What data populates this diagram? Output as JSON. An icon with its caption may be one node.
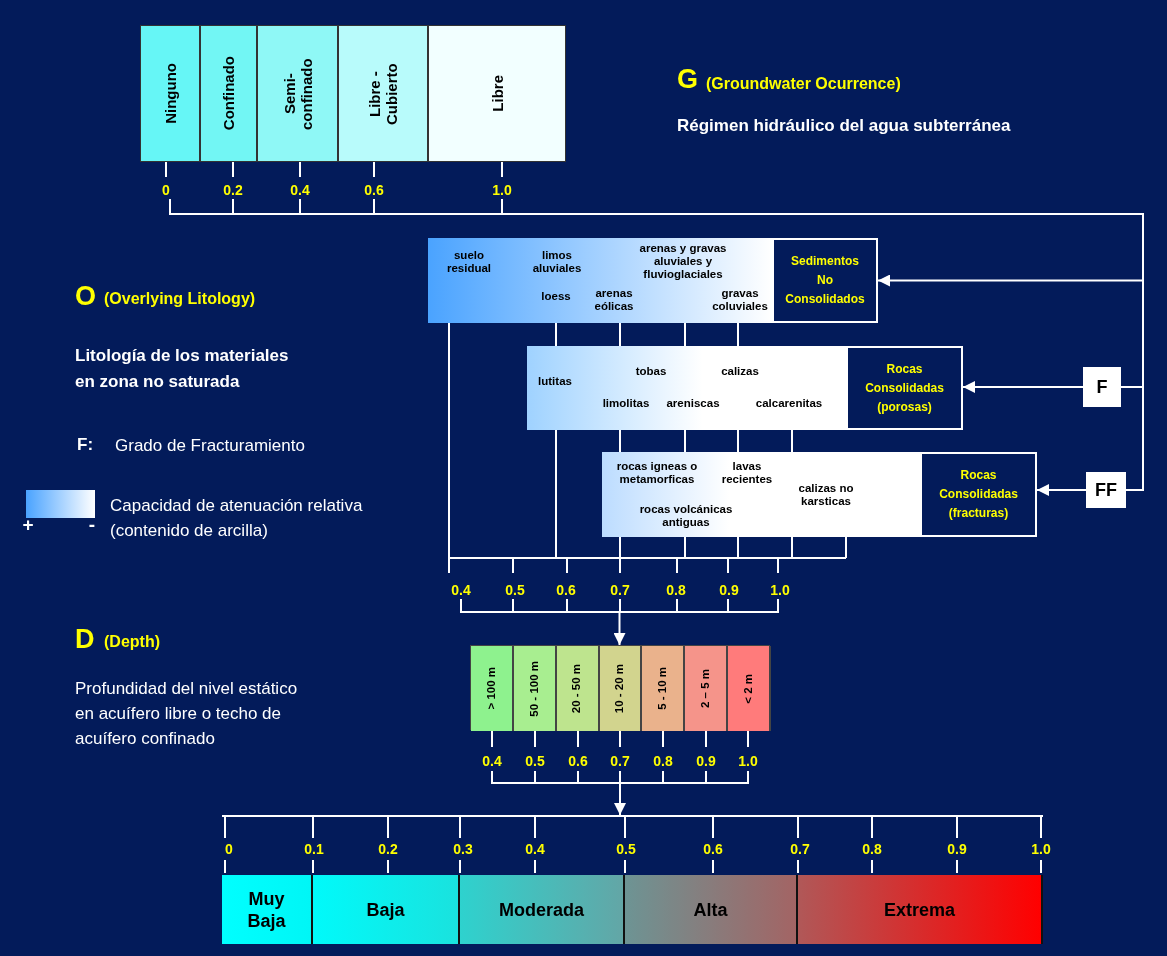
{
  "diagram": {
    "nodes": [
      {
        "text": [
          "Ninguno"
        ]
      },
      {
        "text": [
          "Confinado"
        ]
      },
      {
        "text": [
          "Semi-confinado"
        ]
      },
      {
        "text": [
          "Libre - Cubierto"
        ]
      },
      {
        "text": [
          "Libre"
        ]
      },
      {
        "text": [
          "suelo residual",
          "limos aluviales",
          "arenas y gravas aluviales y fluvioglaciales",
          "loess",
          "arenas eólicas",
          "gravas coluviales"
        ]
      },
      {
        "text": [
          "Sedimentos No Consolidados"
        ]
      },
      {
        "text": [
          "lutitas",
          "tobas",
          "calizas",
          "limolitas",
          "areniscas",
          "calcarenitas"
        ]
      },
      {
        "text": [
          "Rocas Consolidadas (porosas)"
        ]
      },
      {
        "text": [
          "F"
        ]
      },
      {
        "text": [
          "rocas igneas o metamorficas",
          "lavas recientes",
          "calizas no karsticas",
          "rocas volcánicas antiguas"
        ]
      },
      {
        "text": [
          "Rocas Consolidadas (fracturas)"
        ]
      },
      {
        "text": [
          "FF"
        ]
      },
      {
        "text": [],
        "shape": "bar"
      },
      {
        "text": [
          "> 100 m"
        ],
        "in": 13
      },
      {
        "text": [
          "50 - 100 m"
        ],
        "in": 13
      },
      {
        "text": [
          "20 - 50 m"
        ],
        "in": 13
      },
      {
        "text": [
          "10 - 20 m"
        ],
        "in": 13
      },
      {
        "text": [
          "5 - 10 m"
        ],
        "in": 13
      },
      {
        "text": [
          "2 – 5 m"
        ],
        "in": 13
      },
      {
        "text": [
          "< 2 m"
        ],
        "in": 13
      },
      {
        "text": [],
        "shape": "bar"
      },
      {
        "text": [
          "Muy Baja"
        ],
        "in": 21
      },
      {
        "text": [
          "Baja"
        ],
        "in": 21
      },
      {
        "text": [
          "Moderada"
        ],
        "in": 21
      },
      {
        "text": [
          "Alta"
        ],
        "in": 21
      },
      {
        "text": [
          "Extrema"
        ],
        "in": 21
      },
      {
        "text": [],
        "shape": "bracket"
      },
      {
        "text": [],
        "shape": "bracket"
      },
      {
        "text": [],
        "shape": "bracket"
      }
    ],
    "edges": [
      {
        "from": 27,
        "to": 6,
        "arrow": "to"
      },
      {
        "from": 9,
        "to": 8,
        "arrow": "to"
      },
      {
        "from": 12,
        "to": 11,
        "arrow": "to"
      },
      {
        "from": 28,
        "to": 13,
        "arrow": "to"
      },
      {
        "from": 29,
        "to": 21,
        "arrow": "to"
      },
      {
        "from": 27,
        "to": 9,
        "arrow": "none"
      },
      {
        "from": 27,
        "to": 12,
        "arrow": "none"
      }
    ],
    "labels": [
      "G",
      "(Groundwater Ocurrence)",
      "Régimen hidráulico del agua subterránea",
      "O",
      "(Overlying Litology)",
      "Litología de los materiales en zona no saturada",
      "F:",
      "Grado de Fracturamiento",
      "+",
      "-",
      "D",
      "(Depth)",
      "Profundidad del nivel estático en acuífero libre o techo de acuífero confinado",
      "0",
      "0.2",
      "0.4",
      "0.6",
      "1.0",
      "0.4",
      "0.5",
      "0.6",
      "0.7",
      "0.8",
      "0.9",
      "1.0",
      "0.4",
      "0.5",
      "0.6",
      "0.7",
      "0.8",
      "0.9",
      "1.0",
      "0",
      "0.1",
      "0.2",
      "0.3",
      "0.4",
      "0.5",
      "0.6",
      "0.7",
      "0.8",
      "0.9",
      "1.0"
    ],
    "legend": [
      {
        "text": "Capacidad de atenuación relativa (contenido de arcilla)"
      }
    ]
  }
}
